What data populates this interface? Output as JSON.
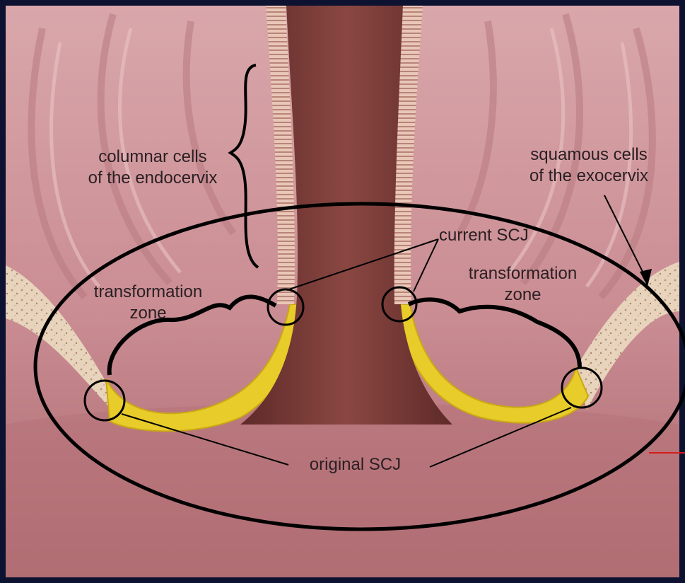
{
  "labels": {
    "columnar_line1": "columnar cells",
    "columnar_line2": "of the endocervix",
    "squamous_line1": "squamous cells",
    "squamous_line2": "of the exocervix",
    "current_scj": "current SCJ",
    "tz_right_line1": "transformation",
    "tz_right_line2": "zone",
    "tz_left_line1": "transformation",
    "tz_left_line2": "zone",
    "original_scj": "original SCJ"
  },
  "colors": {
    "background_tissue": "#c98c92",
    "canal": "#7a3a37",
    "transformation_zone": "#e8cc2a",
    "squamous_epithelium": "#e6cfb5",
    "frame": "#0d1230",
    "annotation_line": "#000000",
    "edge_marker": "#d81b1b"
  }
}
